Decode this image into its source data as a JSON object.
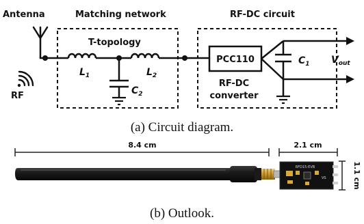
{
  "circuit": {
    "antenna_label": "Antenna",
    "rf_label": "RF",
    "matching_title": "Matching network",
    "rfdc_title": "RF-DC circuit",
    "topology_label": "T-topology",
    "l1": {
      "sym": "L",
      "sub": "1"
    },
    "l2": {
      "sym": "L",
      "sub": "2"
    },
    "c2": {
      "sym": "C",
      "sub": "2"
    },
    "c1": {
      "sym": "C",
      "sub": "1"
    },
    "chip_label": "PCC110",
    "converter_line1": "RF-DC",
    "converter_line2": "converter",
    "vout": {
      "sym": "V",
      "sub": "out"
    },
    "caption": "(a) Circuit diagram."
  },
  "outlook": {
    "antenna_length": "8.4 cm",
    "board_width": "2.1 cm",
    "board_height": "1.1 cm",
    "board_text": "RFD15-EVB",
    "caption": "(b) Outlook."
  }
}
